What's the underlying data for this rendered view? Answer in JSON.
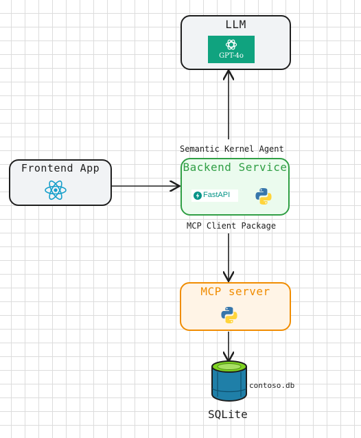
{
  "nodes": {
    "llm": {
      "title": "LLM",
      "badge": "GPT-4o"
    },
    "frontend": {
      "title": "Frontend App",
      "icon": "react-icon"
    },
    "backend": {
      "title": "Backend Service",
      "fastapi_label": "FastAPI",
      "icons": [
        "fastapi-icon",
        "python-icon"
      ]
    },
    "mcp_server": {
      "title": "MCP server",
      "icon": "python-icon"
    },
    "database": {
      "title": "SQLite",
      "file_label": "contoso.db",
      "icon": "database-cylinder-icon"
    }
  },
  "captions": {
    "agent": "Semantic Kernel Agent",
    "client_package": "MCP Client Package"
  },
  "colors": {
    "backend_border": "#2f9e44",
    "backend_fill": "#ebfbee",
    "mcp_border": "#f08c00",
    "mcp_fill": "#fff4e6",
    "llm_fill": "#f1f3f5",
    "frontend_fill": "#f1f3f5",
    "gpt_badge": "#10a37f",
    "fastapi": "#059487",
    "react": "#149eca",
    "sqlite_body": "#1f7fa8",
    "sqlite_top": "#7ed321"
  }
}
